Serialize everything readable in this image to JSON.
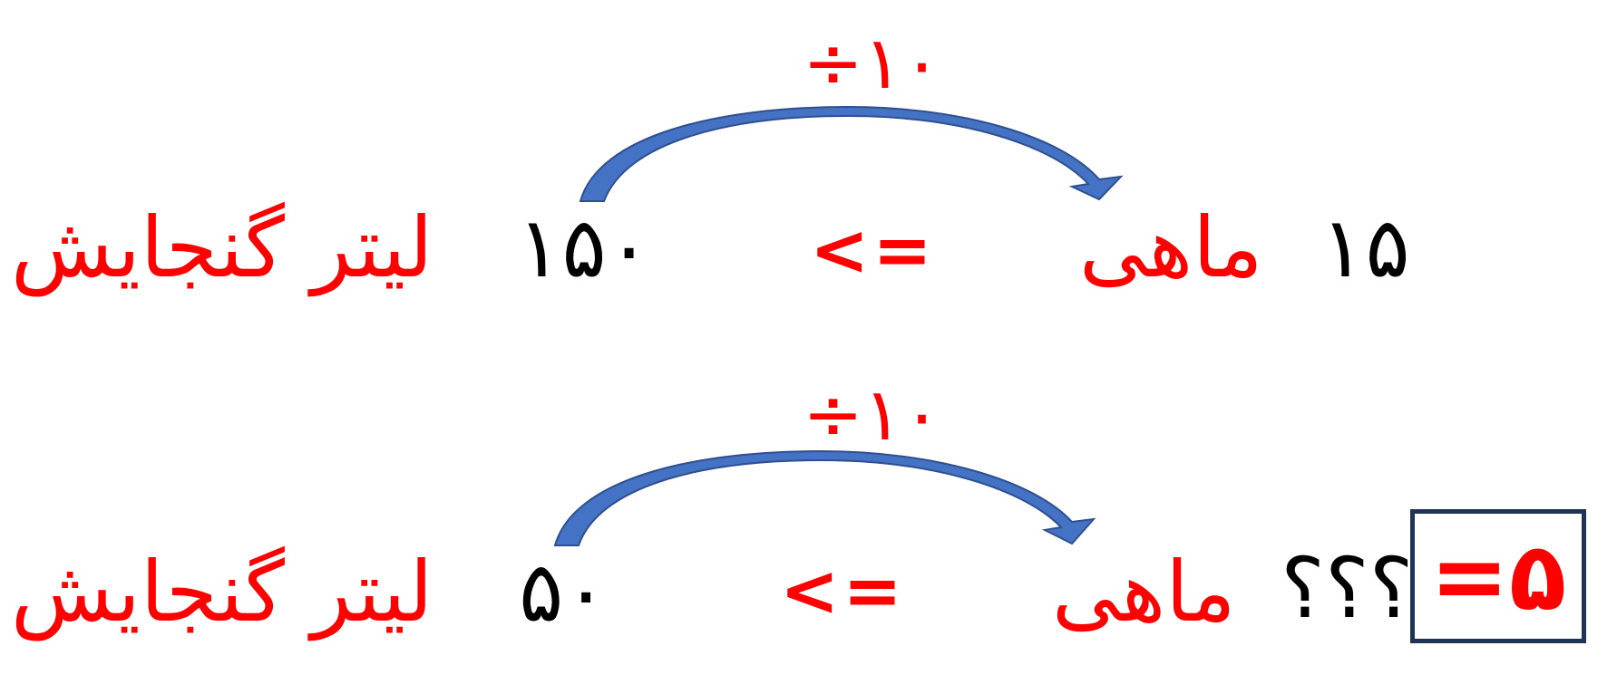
{
  "row1": {
    "op_label": "÷۱۰",
    "left_unit": "لیتر گنجایش",
    "left_number": "۱۵۰",
    "implies": "<=",
    "right_unit": "ماهی",
    "right_number": "۱۵"
  },
  "row2": {
    "op_label": "÷۱۰",
    "left_unit": "لیتر گنجایش",
    "left_number": "۵۰",
    "implies": "<=",
    "right_unit": "ماهی",
    "unknown": "؟؟؟",
    "answer": "=۵"
  },
  "colors": {
    "highlight": "#ff0000",
    "text": "#000000",
    "arrow_fill": "#4472c4",
    "arrow_stroke": "#2f4f8f",
    "box_border": "#1f3356"
  }
}
